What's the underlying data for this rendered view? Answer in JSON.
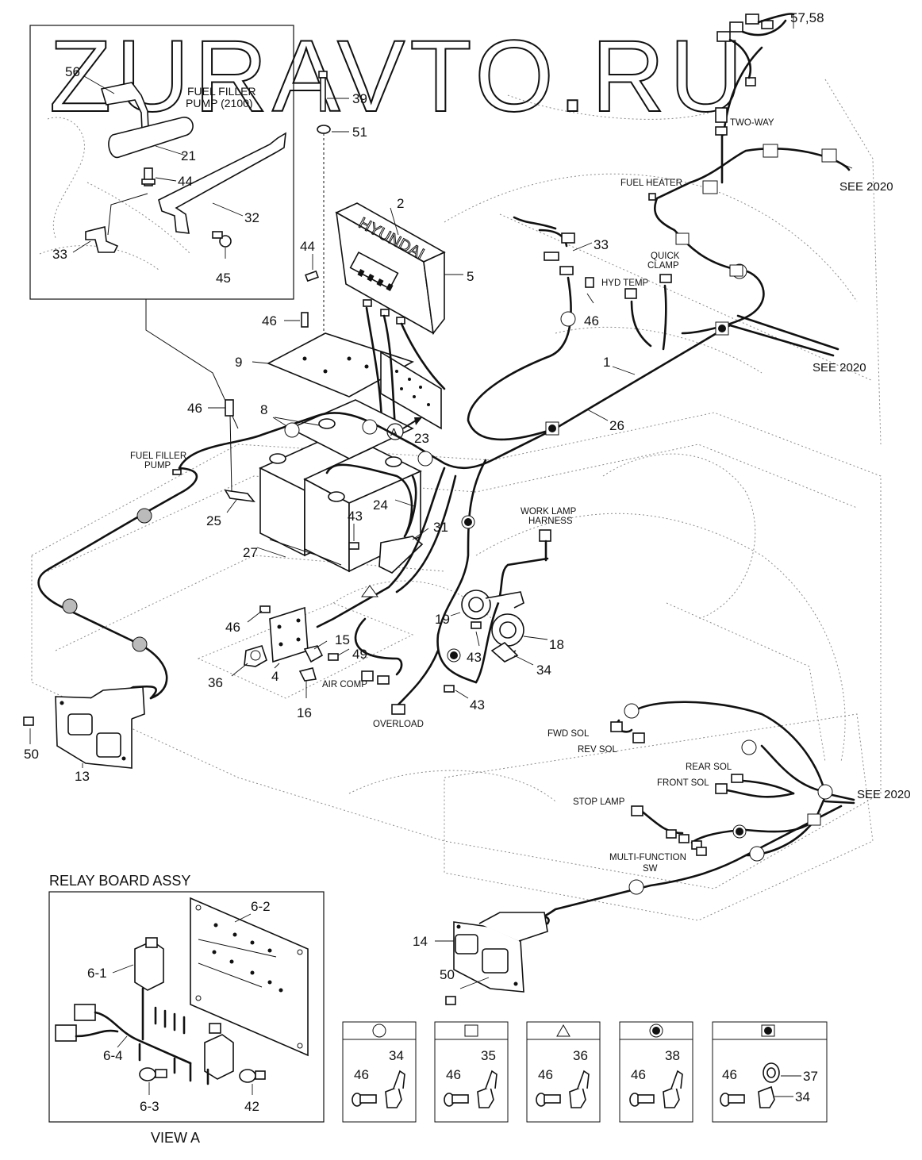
{
  "watermark": "ZURAVTO.RU",
  "parts": {
    "p56": "56",
    "p39": "39",
    "p51": "51",
    "p21": "21",
    "p44a": "44",
    "p32": "32",
    "p33a": "33",
    "p45": "45",
    "p2": "2",
    "p5": "5",
    "p44b": "44",
    "p46a": "46",
    "p9": "9",
    "p46b": "46",
    "p8": "8",
    "p23": "23",
    "p25": "25",
    "p24": "24",
    "p43a": "43",
    "p31": "31",
    "p27": "27",
    "p46c": "46",
    "p15": "15",
    "p49": "49",
    "p36": "36",
    "p4": "4",
    "p16": "16",
    "p50a": "50",
    "p13": "13",
    "p33b": "33",
    "p46d": "46",
    "p1": "1",
    "p26": "26",
    "p19": "19",
    "p18": "18",
    "p43b": "43",
    "p34": "34",
    "p43c": "43",
    "p57": "57,58",
    "p14": "14",
    "p50b": "50",
    "p6_2": "6-2",
    "p6_1": "6-1",
    "p6_4": "6-4",
    "p6_3": "6-3",
    "p42": "42"
  },
  "callouts": {
    "fuel_filler_pump_2100_l1": "FUEL FILLER",
    "fuel_filler_pump_2100_l2": "PUMP (2100)",
    "fuel_filler_pump_l1": "FUEL FILLER",
    "fuel_filler_pump_l2": "PUMP",
    "two_way": "TWO-WAY",
    "fuel_heater": "FUEL HEATER",
    "see_2020_a": "SEE 2020",
    "see_2020_b": "SEE 2020",
    "see_2020_c": "SEE 2020",
    "quick_clamp_l1": "QUICK",
    "quick_clamp_l2": "CLAMP",
    "hyd_temp": "HYD TEMP",
    "work_lamp_l1": "WORK LAMP",
    "work_lamp_l2": "HARNESS",
    "air_comp": "AIR COMP",
    "overload": "OVERLOAD",
    "fwd_sol": "FWD SOL",
    "rev_sol": "REV SOL",
    "rear_sol": "REAR SOL",
    "front_sol": "FRONT SOL",
    "stop_lamp": "STOP LAMP",
    "multi_function_l1": "MULTI-FUNCTION",
    "multi_function_l2": "SW",
    "hyundai_logo": "HYUNDAI"
  },
  "inset_fuel": {},
  "inset_relay": {
    "title": "RELAY BOARD ASSY",
    "caption": "VIEW A",
    "marker": "A"
  },
  "legend": [
    {
      "symbol": "open-circle",
      "screw": "46",
      "clamp": "34"
    },
    {
      "symbol": "open-square",
      "screw": "46",
      "clamp": "35"
    },
    {
      "symbol": "open-triangle",
      "screw": "46",
      "clamp": "36"
    },
    {
      "symbol": "filled-circle",
      "screw": "46",
      "clamp": "38"
    },
    {
      "symbol": "filled-square",
      "screw": "46",
      "clamp": "37",
      "clamp2": "34"
    }
  ]
}
